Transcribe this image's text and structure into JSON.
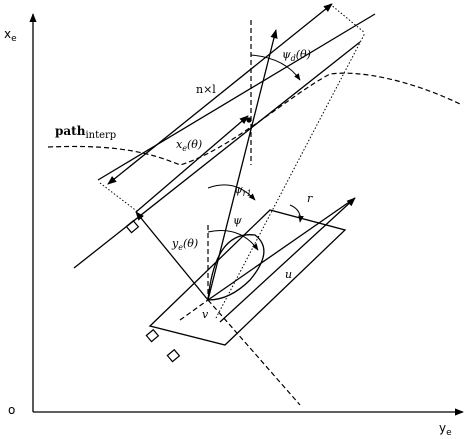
{
  "labels": {
    "x_axis": "x",
    "x_axis_sub": "e",
    "y_axis": "y",
    "y_axis_sub": "e",
    "origin": "o",
    "n_by_l": "n×l",
    "path": "path",
    "path_sub": "interp",
    "xe": "x",
    "xe_sub": "e",
    "xe_arg": "(θ)",
    "ye": "y",
    "ye_sub": "e",
    "ye_arg": "(θ)",
    "psi_d": "ψ",
    "psi_d_sub": "d",
    "psi_d_arg": "(θ)",
    "psi_r1": "ψ",
    "psi_r1_sub": "r1",
    "psi": "ψ",
    "r": "r",
    "u": "u",
    "v": "v"
  }
}
